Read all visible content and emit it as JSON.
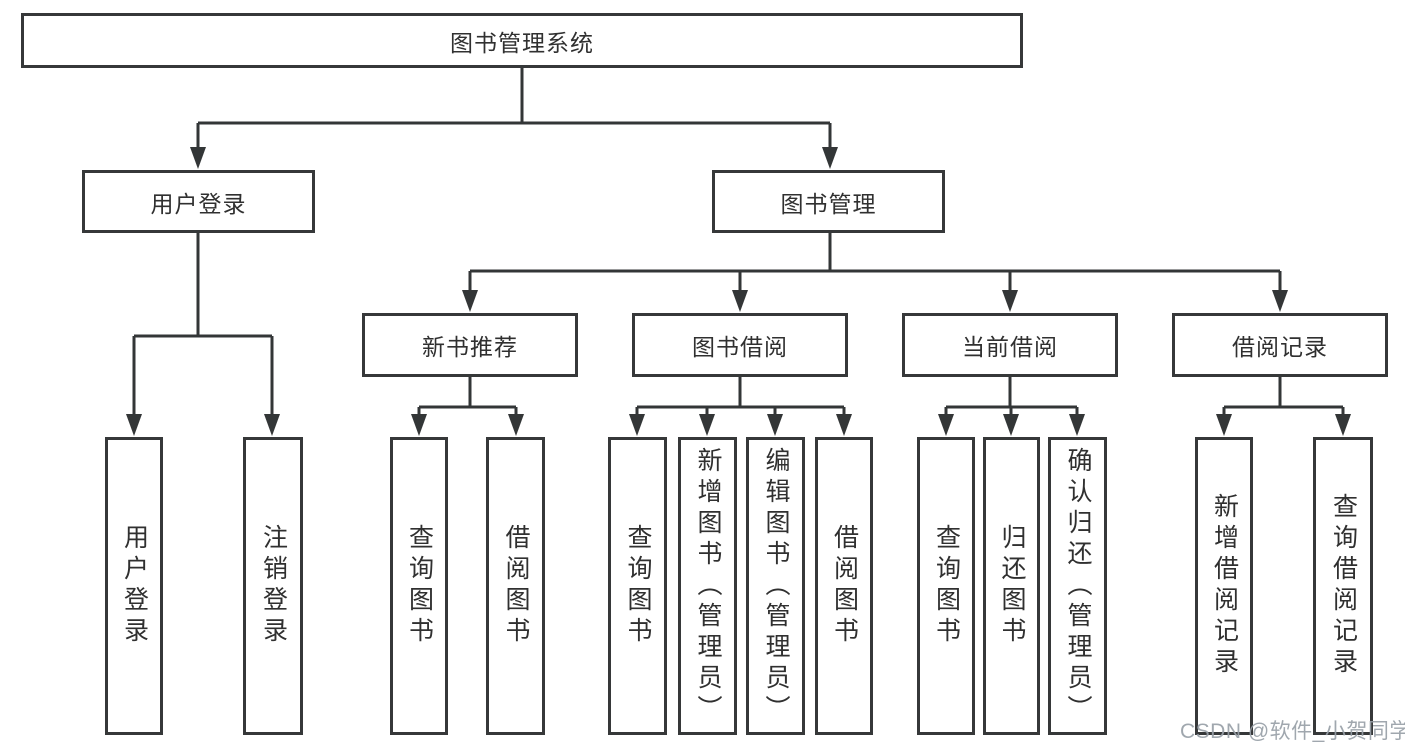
{
  "diagram": {
    "root": {
      "label": "图书管理系统"
    },
    "level2": [
      {
        "label": "用户登录"
      },
      {
        "label": "图书管理"
      }
    ],
    "level3": [
      {
        "label": "新书推荐",
        "parent": "图书管理"
      },
      {
        "label": "图书借阅",
        "parent": "图书管理"
      },
      {
        "label": "当前借阅",
        "parent": "图书管理"
      },
      {
        "label": "借阅记录",
        "parent": "图书管理"
      }
    ],
    "leaves": [
      {
        "label": "用户登录",
        "parent": "用户登录"
      },
      {
        "label": "注销登录",
        "parent": "用户登录"
      },
      {
        "label": "查询图书",
        "parent": "新书推荐"
      },
      {
        "label": "借阅图书",
        "parent": "新书推荐"
      },
      {
        "label": "查询图书",
        "parent": "图书借阅"
      },
      {
        "label": "新增图书（管理员）",
        "parent": "图书借阅"
      },
      {
        "label": "编辑图书（管理员）",
        "parent": "图书借阅"
      },
      {
        "label": "借阅图书",
        "parent": "图书借阅"
      },
      {
        "label": "查询图书",
        "parent": "当前借阅"
      },
      {
        "label": "归还图书",
        "parent": "当前借阅"
      },
      {
        "label": "确认归还（管理员）",
        "parent": "当前借阅"
      },
      {
        "label": "新增借阅记录",
        "parent": "借阅记录"
      },
      {
        "label": "查询借阅记录",
        "parent": "借阅记录"
      }
    ]
  },
  "watermark": {
    "text": "CSDN @软件_小贺同学",
    "color": "#98a0a8"
  },
  "colors": {
    "line": "#333637",
    "box_border": "#363839",
    "box_fill": "#ffffff",
    "text": "#303030",
    "background": "#ffffff"
  }
}
